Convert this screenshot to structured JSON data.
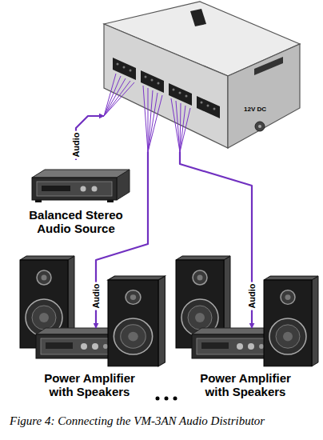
{
  "diagram": {
    "caption": "Figure 4: Connecting the VM-3AN Audio Distributor",
    "nodes": [
      {
        "text": [
          "12V DC"
        ]
      },
      {
        "text": [
          "Balanced Stereo Audio Source"
        ]
      },
      {
        "text": [
          "Power Amplifier with Speakers"
        ]
      },
      {
        "text": [
          "Power Amplifier with Speakers"
        ]
      }
    ],
    "edges": [
      {
        "from": 1,
        "to": 0,
        "arrow": "to",
        "label": "Audio"
      },
      {
        "from": 0,
        "to": 2,
        "arrow": "to",
        "label": "Audio"
      },
      {
        "from": 0,
        "to": 3,
        "arrow": "to",
        "label": "Audio"
      }
    ]
  }
}
